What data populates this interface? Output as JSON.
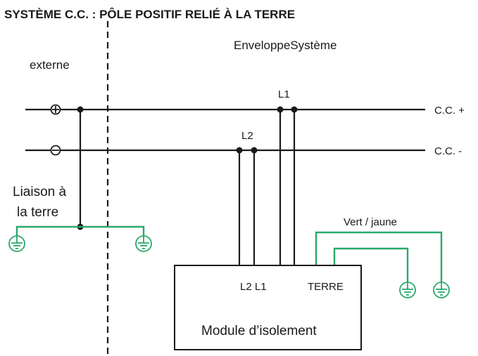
{
  "title": "SYSTÈME C.C. : PÔLE POSITIF RELIÉ À LA TERRE",
  "labels": {
    "enclosure": "EnveloppeSystème",
    "external": "externe",
    "dc_plus": "C.C. +",
    "dc_minus": "C.C. -",
    "l1": "L1",
    "l2": "L2",
    "earth_link_line1": "Liaison à",
    "earth_link_line2": "la terre",
    "green_yellow": "Vert / jaune",
    "module_terminals_l2l1": "L2 L1",
    "module_terminal_earth": "TERRE",
    "module_name": "Module d’isolement"
  },
  "colors": {
    "wire": "#1a1a1a",
    "earth_wire": "#2aa86a"
  },
  "icons": [
    "positive-terminal-icon",
    "negative-terminal-icon",
    "ground-symbol-icon"
  ]
}
